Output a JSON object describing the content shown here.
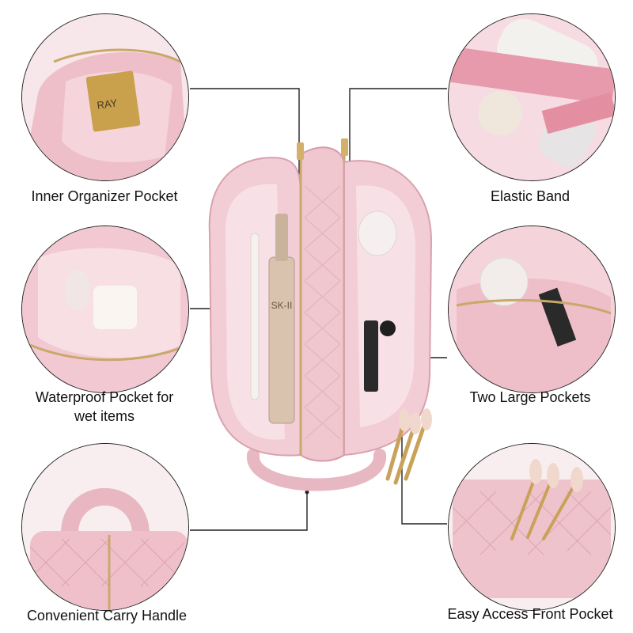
{
  "features": [
    {
      "id": "inner-organizer",
      "label": "Inner Organizer Pocket"
    },
    {
      "id": "elastic-band",
      "label": "Elastic Band"
    },
    {
      "id": "waterproof-line1",
      "label": "Waterproof Pocket for"
    },
    {
      "id": "waterproof-line2",
      "label": "wet items"
    },
    {
      "id": "two-large",
      "label": "Two Large Pockets"
    },
    {
      "id": "carry-handle",
      "label": "Convenient Carry Handle"
    },
    {
      "id": "front-pocket",
      "label": "Easy Access Front Pocket"
    }
  ],
  "product_text": {
    "bottle_brand": "SK-II",
    "card_brand": "RAY"
  },
  "colors": {
    "bag_pink": "#efc3cc",
    "bag_shadow": "#d79aa8",
    "zipper_gold": "#c9a86a",
    "line": "#222222"
  }
}
